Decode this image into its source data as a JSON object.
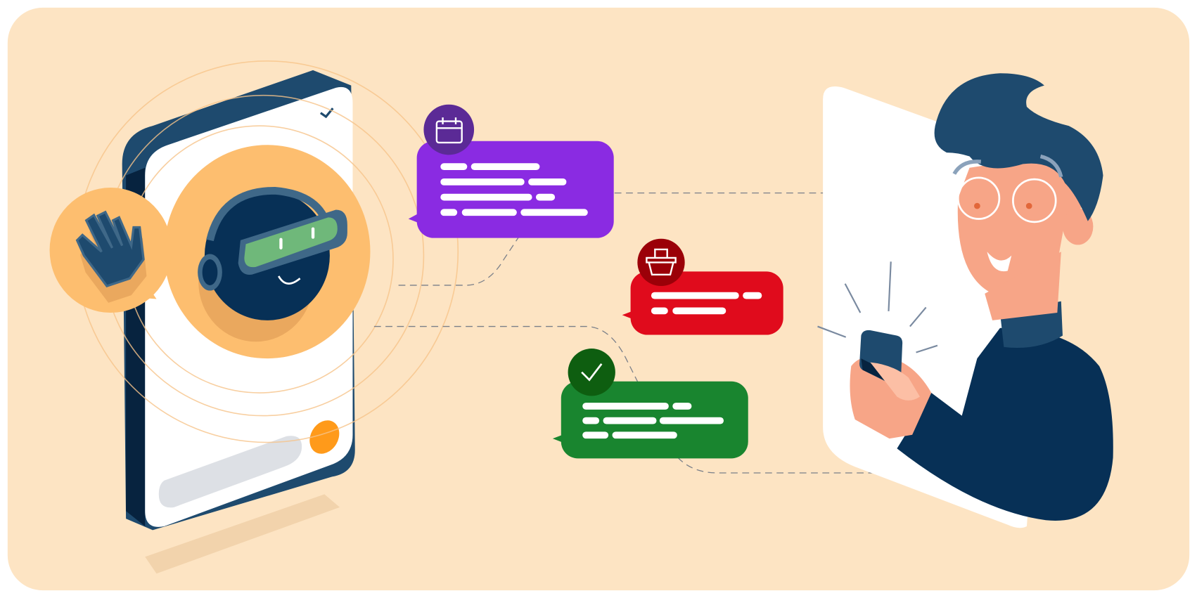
{
  "colors": {
    "background": "#fde4c3",
    "phone_frame": "#1e4a6e",
    "phone_screen": "#ffffff",
    "bot_bubble": "#fdbe6f",
    "bot_face": "#073056",
    "bot_visor": "#6fb87a",
    "calendar_message": "#8a2be2",
    "calendar_badge": "#5b2a96",
    "basket_message": "#e00b1c",
    "basket_badge": "#9b0008",
    "check_message": "#19852f",
    "check_badge": "#0e5e10",
    "person_shirt": "#073056",
    "person_hair": "#1e4a6e",
    "person_skin": "#f7a587"
  },
  "icons": {
    "wave": "waving-hand-icon",
    "calendar": "calendar-icon",
    "basket": "shopping-basket-icon",
    "check": "checkmark-icon",
    "phone_check": "small-check-icon"
  },
  "messages": [
    {
      "type": "calendar",
      "lines": 4
    },
    {
      "type": "basket",
      "lines": 2
    },
    {
      "type": "check",
      "lines": 3
    }
  ]
}
